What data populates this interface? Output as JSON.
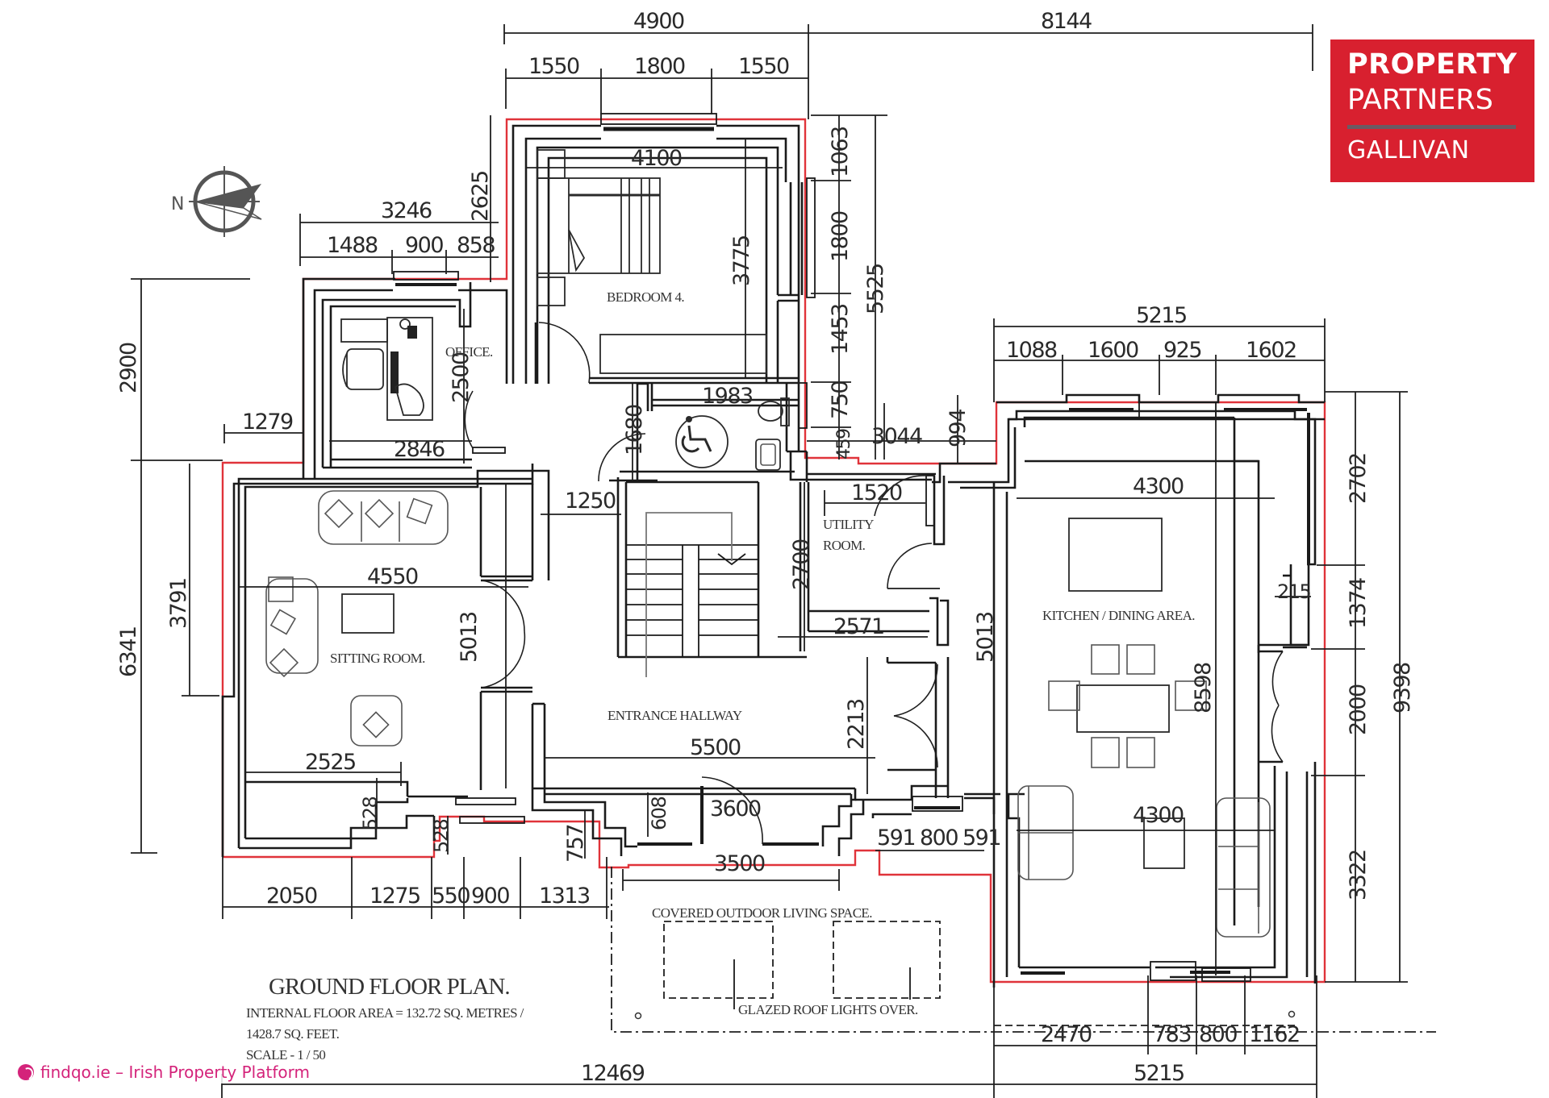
{
  "logo": {
    "line1": "PROPERTY",
    "line2": "PARTNERS",
    "line3": "GALLIVAN",
    "bg_color": "#d8202f",
    "bar_color": "#6b5a63"
  },
  "watermark": {
    "icon": "globe-icon",
    "text": "findqo.ie – Irish Property Platform",
    "color": "#d4237a"
  },
  "plan": {
    "title": "GROUND FLOOR PLAN.",
    "area_line1": "INTERNAL FLOOR AREA = 132.72 SQ. METRES /",
    "area_line2": "1428.7 SQ. FEET.",
    "scale": "SCALE - 1 / 50",
    "compass_label": "N",
    "outline_color": "#e0333a"
  },
  "rooms": {
    "bedroom": "BEDROOM 4.",
    "office": "OFFICE.",
    "sitting": "SITTING ROOM.",
    "hallway": "ENTRANCE HALLWAY",
    "utility_1": "UTILITY",
    "utility_2": "ROOM.",
    "kitchen": "KITCHEN / DINING AREA.",
    "outdoor": "COVERED OUTDOOR LIVING SPACE.",
    "rooflights": "GLAZED ROOF LIGHTS OVER."
  },
  "dimensions": {
    "top_overall_left": "4900",
    "top_overall_right": "8144",
    "top_bed_a": "1550",
    "top_bed_b": "1800",
    "top_bed_c": "1550",
    "bed_width": "4100",
    "bed_depth": "3775",
    "bed_side_total": "2625",
    "office_overall": "3246",
    "office_a": "1488",
    "office_b": "900",
    "office_c": "858",
    "office_depth": "2500",
    "office_width": "2846",
    "left_step": "1279",
    "left_upper": "2900",
    "left_lower": "6341",
    "left_mid": "3791",
    "right_bed_a": "1063",
    "right_bed_b": "1800",
    "right_bed_c": "1453",
    "right_bed_d": "750",
    "right_bed_e": "459",
    "right_bed_total": "5525",
    "wc_width": "1983",
    "wc_depth": "1680",
    "hall_gap": "1250",
    "utility_gap": "3044",
    "utility_step": "994",
    "utility_width": "1520",
    "utility_depth": "2700",
    "utility_lower": "2571",
    "sitting_width": "4550",
    "sitting_depth": "5013",
    "sitting_lower": "2525",
    "bay_528_a": "528",
    "bay_528_b": "528",
    "hall_depth": "5013",
    "hall_width": "5500",
    "hall_side": "2213",
    "porch_608": "608",
    "porch_757": "757",
    "porch_3600": "3600",
    "porch_3500": "3500",
    "kit_window_a": "591",
    "kit_window_b": "800",
    "kit_window_c": "591",
    "kit_overall": "5215",
    "kit_a": "1088",
    "kit_b": "1600",
    "kit_c": "925",
    "kit_d": "1602",
    "kit_width_top": "4300",
    "kit_width_bottom": "4300",
    "kit_depth": "8598",
    "kit_215": "215",
    "right_a": "2702",
    "right_b": "1374",
    "right_c": "2000",
    "right_d": "3322",
    "right_total": "9398",
    "bottom_a": "2050",
    "bottom_b": "1275",
    "bottom_c": "550",
    "bottom_d": "900",
    "bottom_e": "1313",
    "kit_bottom_a": "2470",
    "kit_bottom_b": "783",
    "kit_bottom_c": "800",
    "kit_bottom_d": "1162",
    "bottom_overall_left": "12469",
    "bottom_overall_right": "5215"
  }
}
